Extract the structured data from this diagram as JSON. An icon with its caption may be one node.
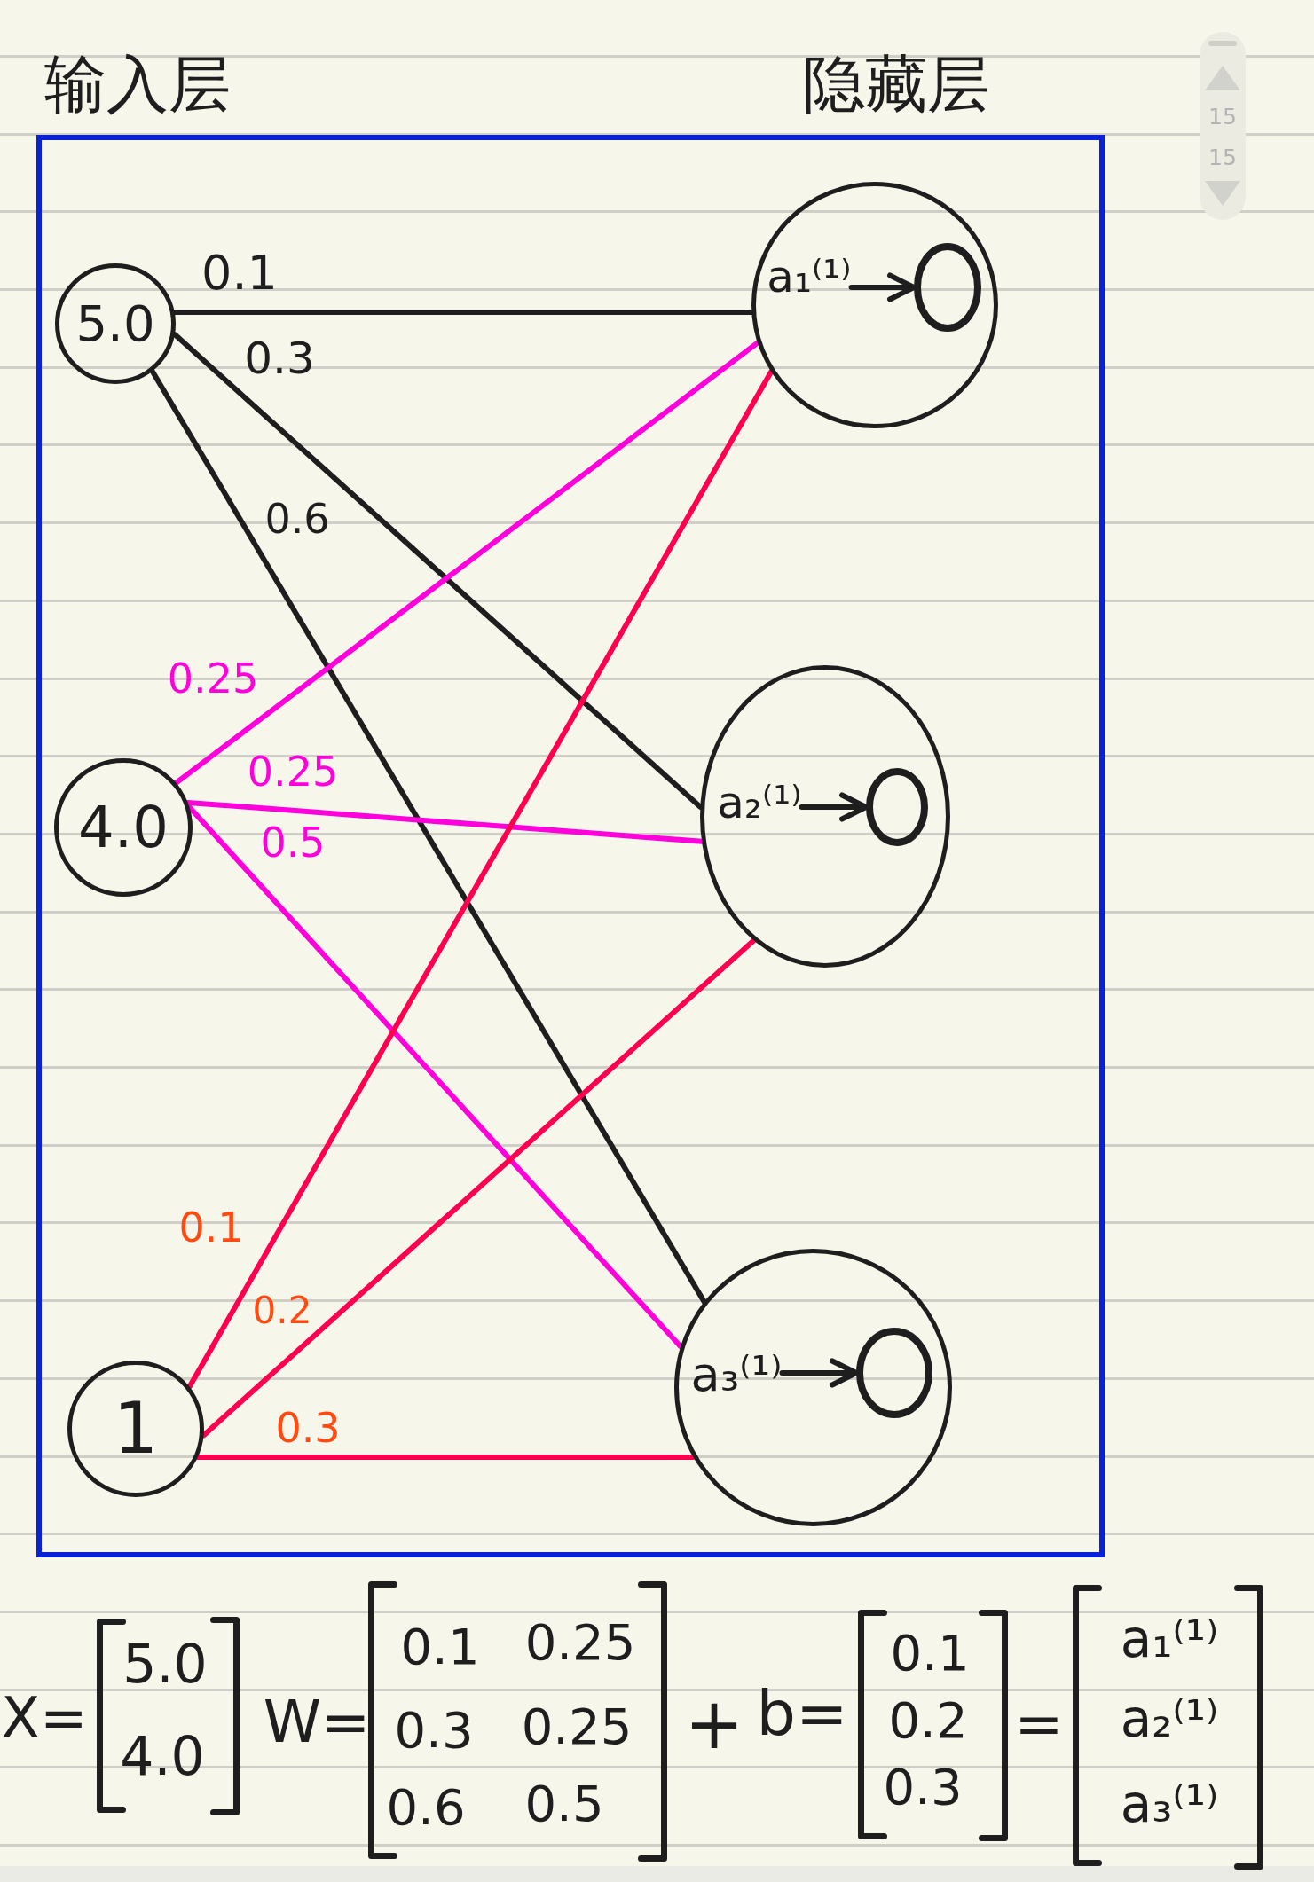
{
  "diagram": {
    "nodes": [
      {
        "text": [
          "输入层",
          "隐藏层"
        ]
      },
      {
        "text": [
          "5.0"
        ],
        "in": 0
      },
      {
        "text": [
          "4.0"
        ],
        "in": 0
      },
      {
        "text": [
          "1"
        ],
        "in": 0
      },
      {
        "text": [],
        "shape": "circle",
        "in": 0
      },
      {
        "text": [
          "a₁⁽¹⁾"
        ],
        "in": 4
      },
      {
        "text": [],
        "shape": "circle",
        "in": 4
      },
      {
        "text": [],
        "shape": "circle",
        "in": 0
      },
      {
        "text": [
          "a₂⁽¹⁾"
        ],
        "in": 7
      },
      {
        "text": [],
        "shape": "circle",
        "in": 7
      },
      {
        "text": [],
        "shape": "circle",
        "in": 0
      },
      {
        "text": [
          "a₃⁽¹⁾"
        ],
        "in": 10
      },
      {
        "text": [],
        "shape": "circle",
        "in": 10
      }
    ],
    "edges": [
      {
        "from": 1,
        "to": 4,
        "arrow": "none",
        "label": "0.1"
      },
      {
        "from": 1,
        "to": 7,
        "arrow": "none",
        "label": "0.3"
      },
      {
        "from": 1,
        "to": 10,
        "arrow": "none",
        "label": "0.6"
      },
      {
        "from": 2,
        "to": 4,
        "arrow": "none",
        "label": "0.25",
        "color": "#ff00dd"
      },
      {
        "from": 2,
        "to": 7,
        "arrow": "none",
        "label": "0.25",
        "color": "#ff00dd"
      },
      {
        "from": 2,
        "to": 10,
        "arrow": "none",
        "label": "0.5",
        "color": "#ff00dd"
      },
      {
        "from": 3,
        "to": 4,
        "arrow": "none",
        "label": "0.1",
        "color": "#ff0050"
      },
      {
        "from": 3,
        "to": 7,
        "arrow": "none",
        "label": "0.2",
        "color": "#ff0050"
      },
      {
        "from": 3,
        "to": 10,
        "arrow": "none",
        "label": "0.3",
        "color": "#ff0050"
      },
      {
        "from": 5,
        "to": 6,
        "arrow": "to"
      },
      {
        "from": 8,
        "to": 9,
        "arrow": "to"
      },
      {
        "from": 11,
        "to": 12,
        "arrow": "to"
      }
    ],
    "labels": [
      "15",
      "15",
      "X=",
      "5.0",
      "4.0",
      "W=",
      "0.1",
      "0.25",
      "0.3",
      "0.25",
      "0.6",
      "0.5",
      "+",
      "b=",
      "0.1",
      "0.2",
      "0.3",
      "=",
      "a₁⁽¹⁾",
      "a₂⁽¹⁾",
      "a₃⁽¹⁾"
    ]
  }
}
